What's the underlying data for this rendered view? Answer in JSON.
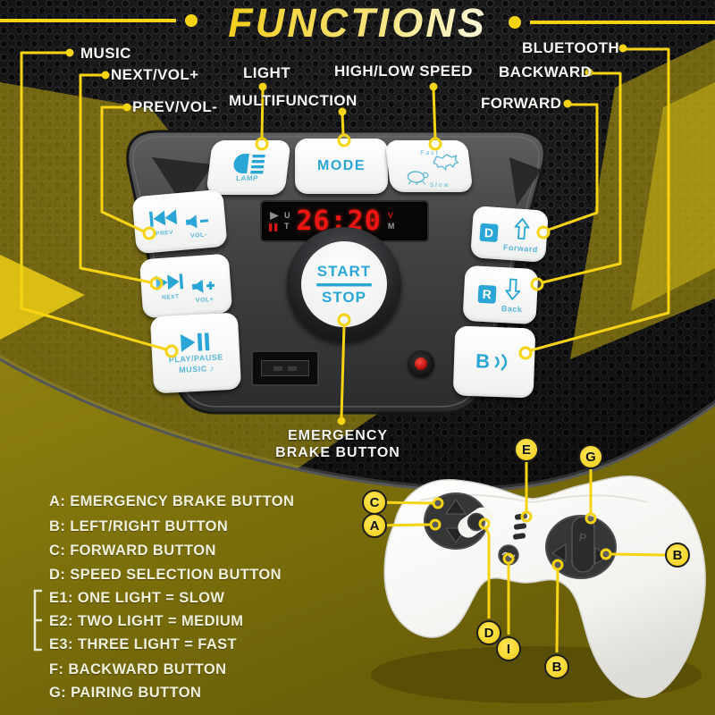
{
  "title": "FUNCTIONS",
  "colors": {
    "accent_yellow": "#f6d31a",
    "panel_blue": "#2aa6d6",
    "led_red": "#ee1512",
    "olive_bg": "#877a0e"
  },
  "callouts": {
    "music": "MUSIC",
    "next_vol": "NEXT/VOL+",
    "prev_vol": "PREV/VOL-",
    "light": "LIGHT",
    "multifunction": "MULTIFUNCTION",
    "high_low_speed": "HIGH/LOW SPEED",
    "bluetooth": "BLUETOOTH",
    "backward": "BACKWARD",
    "forward": "FORWARD",
    "emergency_line1": "EMERGENCY",
    "emergency_line2": "BRAKE BUTTON"
  },
  "panel": {
    "lamp_label": "LAMP",
    "mode_label": "MODE",
    "fast_label": "Fast",
    "slow_label": "Slow",
    "display": {
      "value": "26:20",
      "u": "U",
      "t": "T",
      "v": "V",
      "m": "M"
    },
    "start_label": "START",
    "stop_label": "STOP",
    "prev_label": "PREV",
    "vol_minus_label": "VOL-",
    "next_label": "NEXT",
    "vol_plus_label": "VOL+",
    "play_pause_label": "PLAY/PAUSE",
    "music_label": "MUSIC",
    "d_label": "D",
    "forward_label": "Forward",
    "r_label": "R",
    "back_label": "Back",
    "b_label": "B"
  },
  "icons": {
    "music_note": "♪"
  },
  "legend": {
    "items": [
      "A: EMERGENCY BRAKE BUTTON",
      "B: LEFT/RIGHT BUTTON",
      "C: FORWARD BUTTON",
      "D: SPEED SELECTION BUTTON",
      "E1: ONE LIGHT = SLOW",
      "E2: TWO LIGHT = MEDIUM",
      "E3: THREE LIGHT = FAST",
      "F: BACKWARD BUTTON",
      "G: PAIRING BUTTON"
    ]
  },
  "remote": {
    "labels": [
      "C",
      "A",
      "E",
      "G",
      "B",
      "D",
      "I",
      "B"
    ]
  }
}
